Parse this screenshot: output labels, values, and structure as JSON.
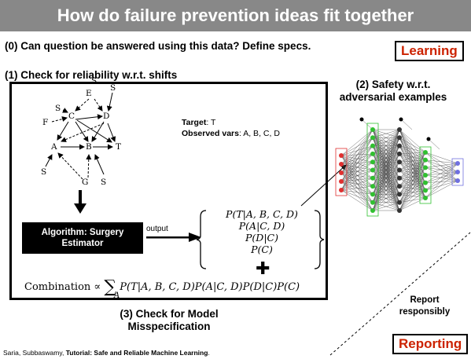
{
  "title": "How do failure prevention ideas fit together",
  "step0": "(0) Can question be answered using this data? Define specs.",
  "tag_learning": "Learning",
  "step1": "(1) Check for reliability w.r.t. shifts",
  "target_label": "Target",
  "target_value": ": T",
  "observed_label": "Observed vars",
  "observed_value": ": A, B, C, D",
  "graph_nodes": {
    "S": "S",
    "E": "E",
    "C": "C",
    "D": "D",
    "F": "F",
    "A": "A",
    "B": "B",
    "T": "T",
    "G": "G"
  },
  "algorithm_label": "Algorithm: Surgery Estimator",
  "output_label": "output",
  "distributions": [
    "P(T|A, B, C, D)",
    "P(A|C, D)",
    "P(D|C)",
    "P(C)"
  ],
  "combination_prefix": "Combination ∝",
  "combination_formula": "P(T|A, B, C, D)P(A|C, D)P(D|C)P(C)",
  "sum_index": "A",
  "plus_symbol": "✚",
  "step3": "(3) Check for Model Misspecification",
  "step2": "(2) Safety w.r.t. adversarial examples",
  "report_text": "Report responsibly",
  "tag_reporting": "Reporting",
  "citation_authors": "Saria, Subbaswamy, ",
  "citation_title": "Tutorial: Safe and Reliable Machine Learning",
  "citation_end": ".",
  "colors": {
    "title_bg": "#888888",
    "tag_text": "#cc2200",
    "nn_input": "#e03030",
    "nn_hidden": "#30c030",
    "nn_output": "#7070e0"
  }
}
